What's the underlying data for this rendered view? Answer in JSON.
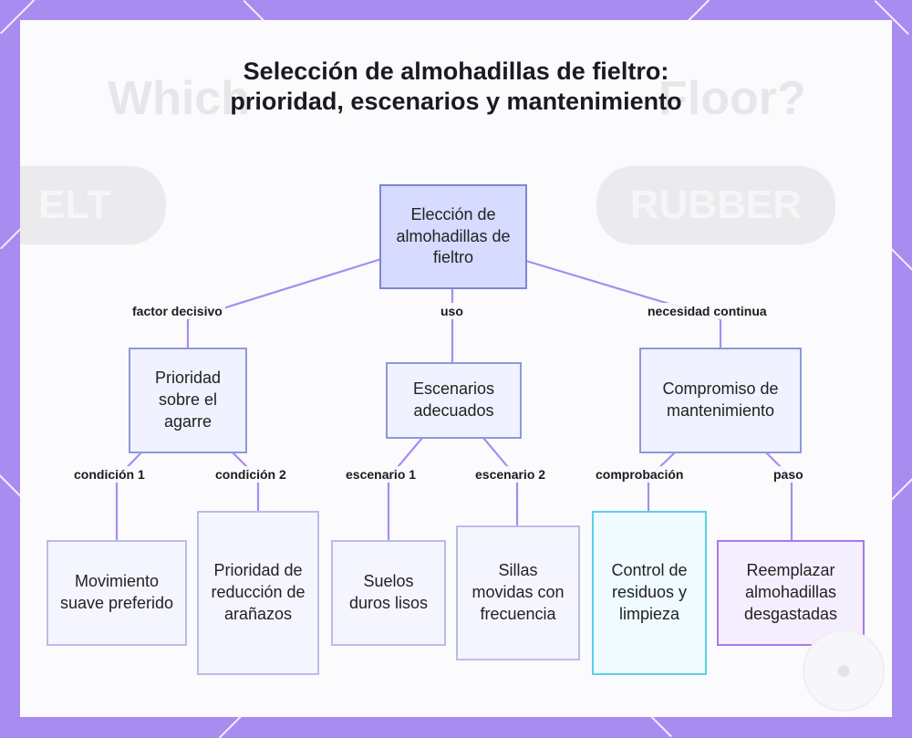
{
  "title": "Selección de almohadillas de fieltro: prioridad, escenarios y mantenimiento",
  "background_text": {
    "heading_left": "Which",
    "heading_right": "Floor?",
    "pill_left": "ELT",
    "pill_right": "RUBBER"
  },
  "nodes": {
    "root": "Elección de almohadillas de fieltro",
    "priority": "Prioridad sobre el agarre",
    "scenarios": "Escenarios adecuados",
    "maintenance": "Compromiso de mantenimiento",
    "smooth": "Movimiento suave preferido",
    "scratch": "Prioridad de reducción de arañazos",
    "floors": "Suelos duros lisos",
    "chairs": "Sillas movidas con frecuencia",
    "debris": "Control de residuos y limpieza",
    "replace": "Reemplazar almohadillas desgastadas"
  },
  "edges": {
    "factor": "factor decisivo",
    "uso": "uso",
    "necesidad": "necesidad continua",
    "cond1": "condición 1",
    "cond2": "condición 2",
    "esc1": "escenario 1",
    "esc2": "escenario 2",
    "comprobacion": "comprobación",
    "paso": "paso"
  },
  "colors": {
    "frame": "#a98cf0",
    "edge": "#a98cf0",
    "root_fill": "#d6dbff",
    "node_border": "#8f98d8",
    "cyan_border": "#59d1ea",
    "purple_border": "#a779e6"
  }
}
